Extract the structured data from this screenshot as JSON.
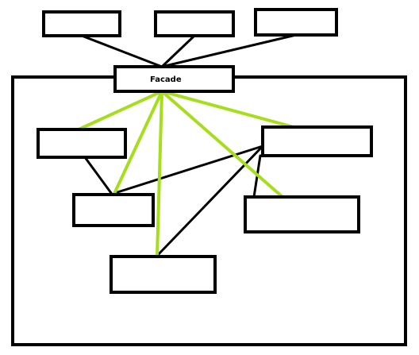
{
  "diagram": {
    "facade_label": "Facade",
    "client_count": 3,
    "subsystem_class_count": 5,
    "colors": {
      "stroke": "#000000",
      "facade_links": "#a6dd1c",
      "background": "#ffffff"
    }
  }
}
